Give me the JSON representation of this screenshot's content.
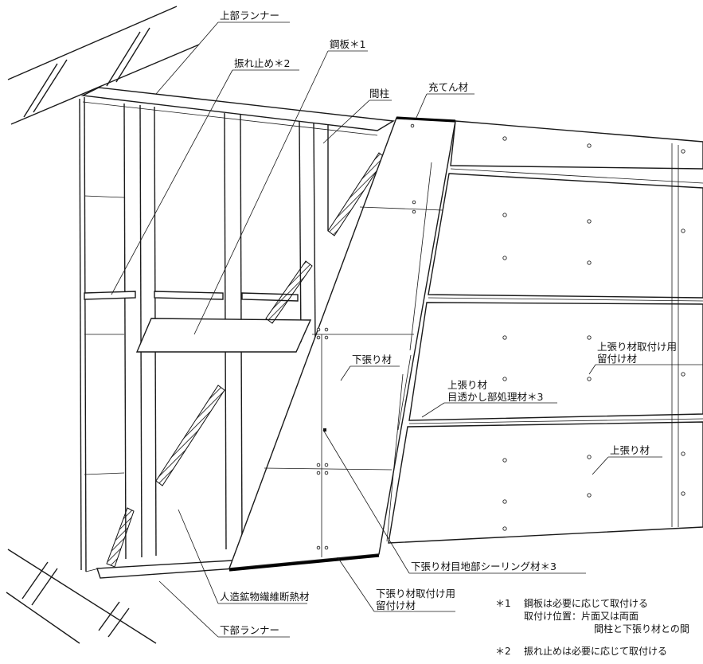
{
  "labels": {
    "upper_runner": "上部ランナー",
    "steel_plate": "鋼板＊1",
    "sway_brace": "振れ止め＊2",
    "stud": "間柱",
    "filler": "充てん材",
    "under_board": "下張り材",
    "finish_board_fastener_1": "上張り材取付け用",
    "finish_board_fastener_2": "留付け材",
    "finish_board_joint_1": "上張り材",
    "finish_board_joint_2": "目透かし部処理材＊3",
    "finish_board": "上張り材",
    "under_board_sealing": "下張り材目地部シーリング材＊3",
    "under_board_fastener_1": "下張り材取付け用",
    "under_board_fastener_2": "留付け材",
    "insulation": "人造鉱物繊維断熱材",
    "lower_runner": "下部ランナー"
  },
  "notes": {
    "n1_mark": "＊1",
    "n1_text": "鋼板は必要に応じて取付ける",
    "n1_pos": "取付け位置：片面又は両面",
    "n1_pos2": "間柱と下張り材との間",
    "n2_mark": "＊2",
    "n2_text": "振れ止めは必要に応じて取付ける"
  }
}
